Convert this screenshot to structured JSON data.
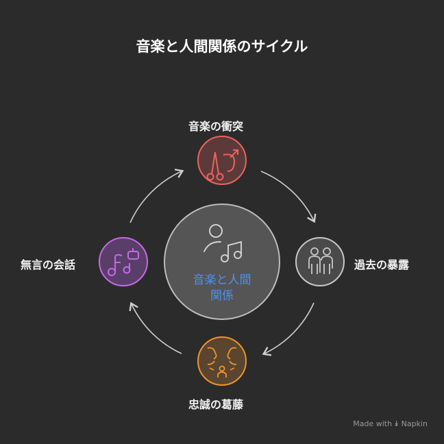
{
  "title": "音楽と人間関係のサイクル",
  "center": {
    "line1": "音楽と人間",
    "line2": "関係",
    "icon": "person-music-icon"
  },
  "nodes": [
    {
      "label": "音楽の衝突",
      "icon": "scissors-male-icon",
      "color": "#f0625c"
    },
    {
      "label": "過去の暴露",
      "icon": "people-icon",
      "color": "#c8c8c8"
    },
    {
      "label": "忠誠の葛藤",
      "icon": "conflict-person-icon",
      "color": "#f0952c"
    },
    {
      "label": "無言の会話",
      "icon": "music-robot-icon",
      "color": "#c36be6"
    }
  ],
  "watermark": "Made with  ⯯ Napkin"
}
